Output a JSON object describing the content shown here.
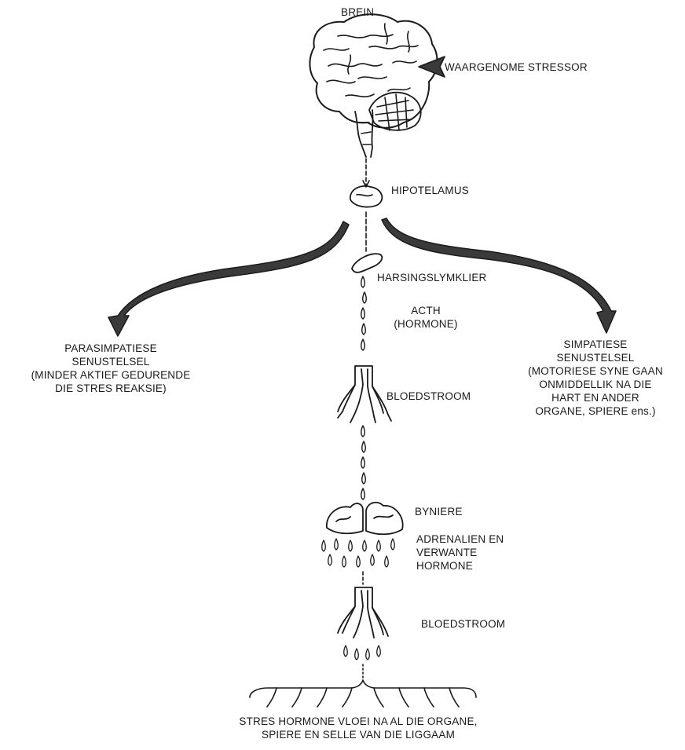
{
  "labels": {
    "brain": "BREIN",
    "stressor": "WAARGENOME STRESSOR",
    "hypothalamus": "HIPOTELAMUS",
    "pituitary": "HARSINGSLYMKLIER",
    "acth": [
      "ACTH",
      "(HORMONE)"
    ],
    "parasympathetic": [
      "PARASIMPATIESE",
      "SENUSTELSEL",
      "(MINDER AKTIEF GEDURENDE",
      "DIE STRES REAKSIE)"
    ],
    "sympathetic": [
      "SIMPATIESE",
      "SENUSTELSEL",
      "(MOTORIESE SYNE GAAN",
      "ONMIDDELLIK NA DIE",
      "HART EN ANDER",
      "ORGANE, SPIERE ens.)"
    ],
    "bloodstream_1": "BLOEDSTROOM",
    "adrenals": "BYNIERE",
    "adrenaline": [
      "ADRENALIEN EN",
      "VERWANTE",
      "HORMONE"
    ],
    "bloodstream_2": "BLOEDSTROOM",
    "conclusion": [
      "STRES HORMONE VLOEI NA AL DIE ORGANE,",
      "SPIERE EN SELLE VAN DIE LIGGAAM"
    ]
  },
  "colors": {
    "ink": "#1a1a1a",
    "fill": "#3a3a3a",
    "paper": "#ffffff"
  }
}
